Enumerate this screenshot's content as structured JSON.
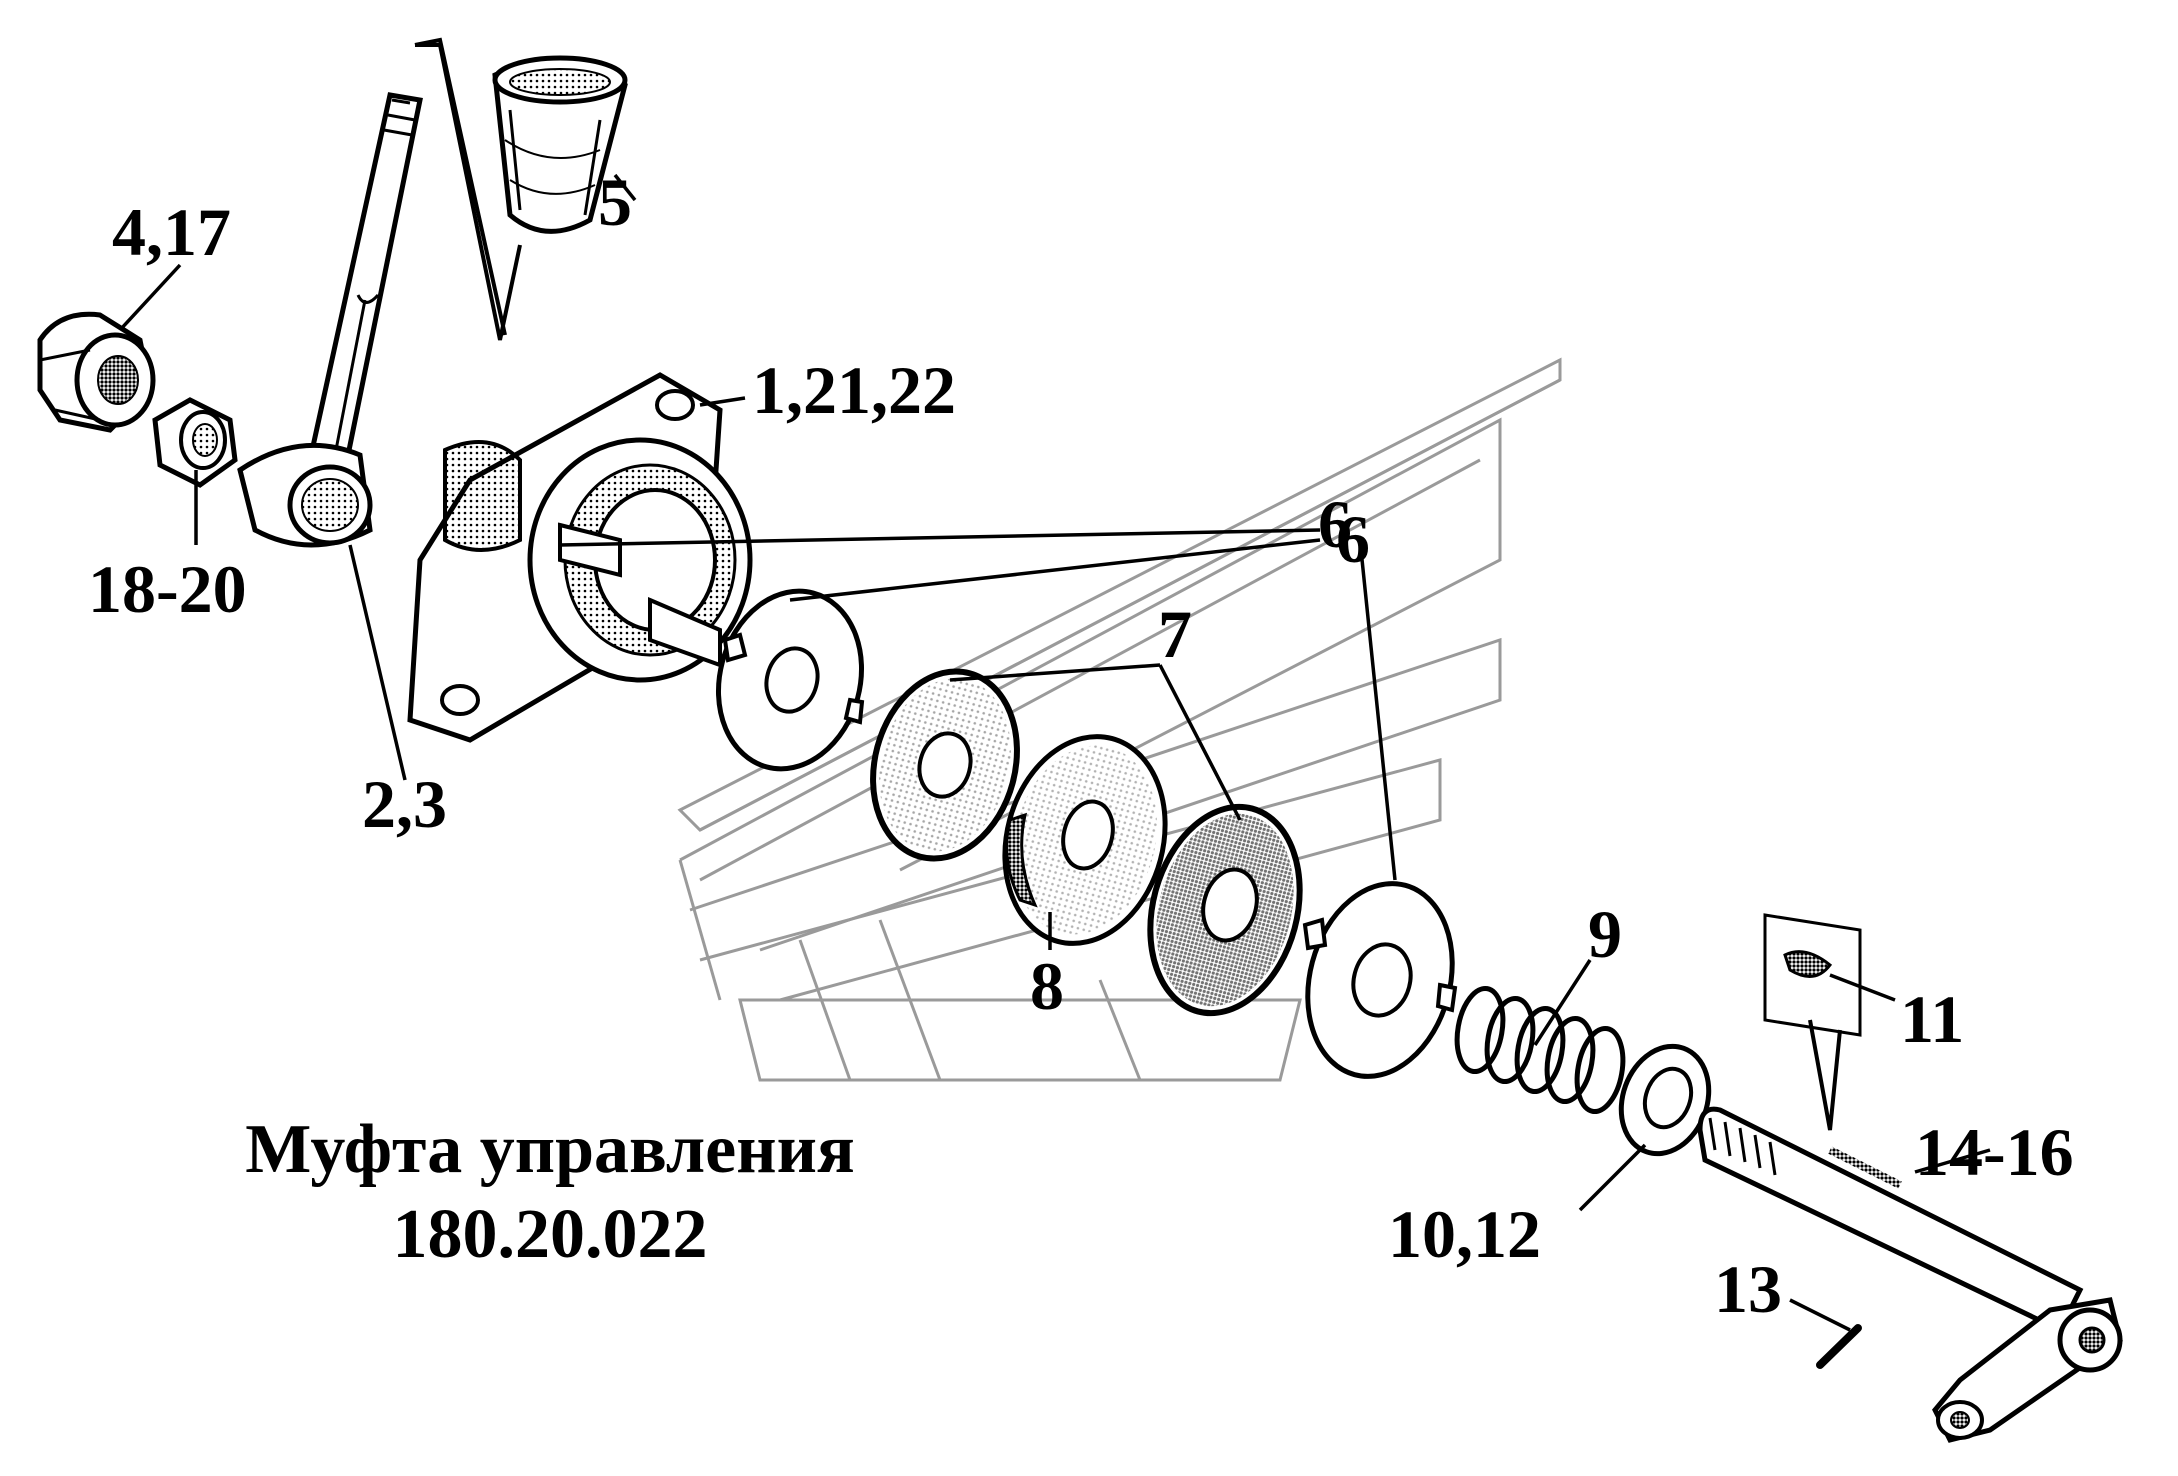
{
  "caption": {
    "title": "Муфта управления",
    "code": "180.20.022"
  },
  "callouts": [
    {
      "id": "p5",
      "text": "5"
    },
    {
      "id": "p4_17",
      "text": "4,17"
    },
    {
      "id": "p1_21_22",
      "text": "1,21,22"
    },
    {
      "id": "p18_20",
      "text": "18-20"
    },
    {
      "id": "p6a",
      "text": "6"
    },
    {
      "id": "p6b",
      "text": "6"
    },
    {
      "id": "p7",
      "text": "7"
    },
    {
      "id": "p2_3",
      "text": "2,3"
    },
    {
      "id": "p8",
      "text": "8"
    },
    {
      "id": "p9",
      "text": "9"
    },
    {
      "id": "p11",
      "text": "11"
    },
    {
      "id": "p14_16",
      "text": "14-16"
    },
    {
      "id": "p10_12",
      "text": "10,12"
    },
    {
      "id": "p13",
      "text": "13"
    }
  ],
  "colors": {
    "ink": "#000000",
    "watermark": "#9a9a9a",
    "background": "#ffffff"
  }
}
